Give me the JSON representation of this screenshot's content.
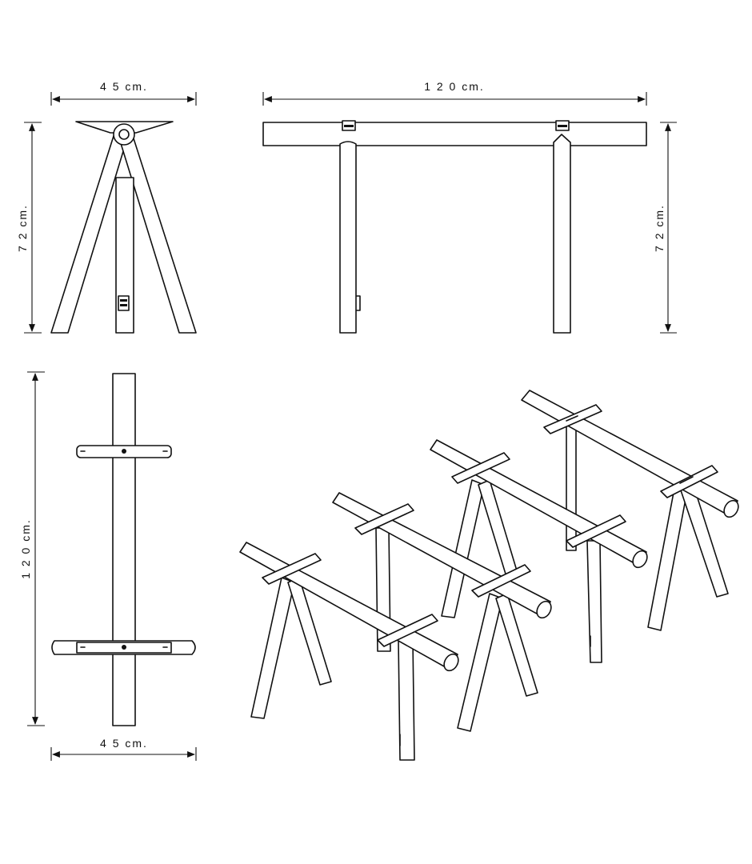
{
  "dimensions": {
    "front_width": "4 5  cm.",
    "front_height": "7 2 cm.",
    "side_width": "1 2 0  cm.",
    "side_height": "7 2 cm.",
    "top_length": "1 2 0 cm.",
    "top_width": "4 5  cm."
  },
  "colors": {
    "line": "#111111",
    "background": "#ffffff"
  }
}
